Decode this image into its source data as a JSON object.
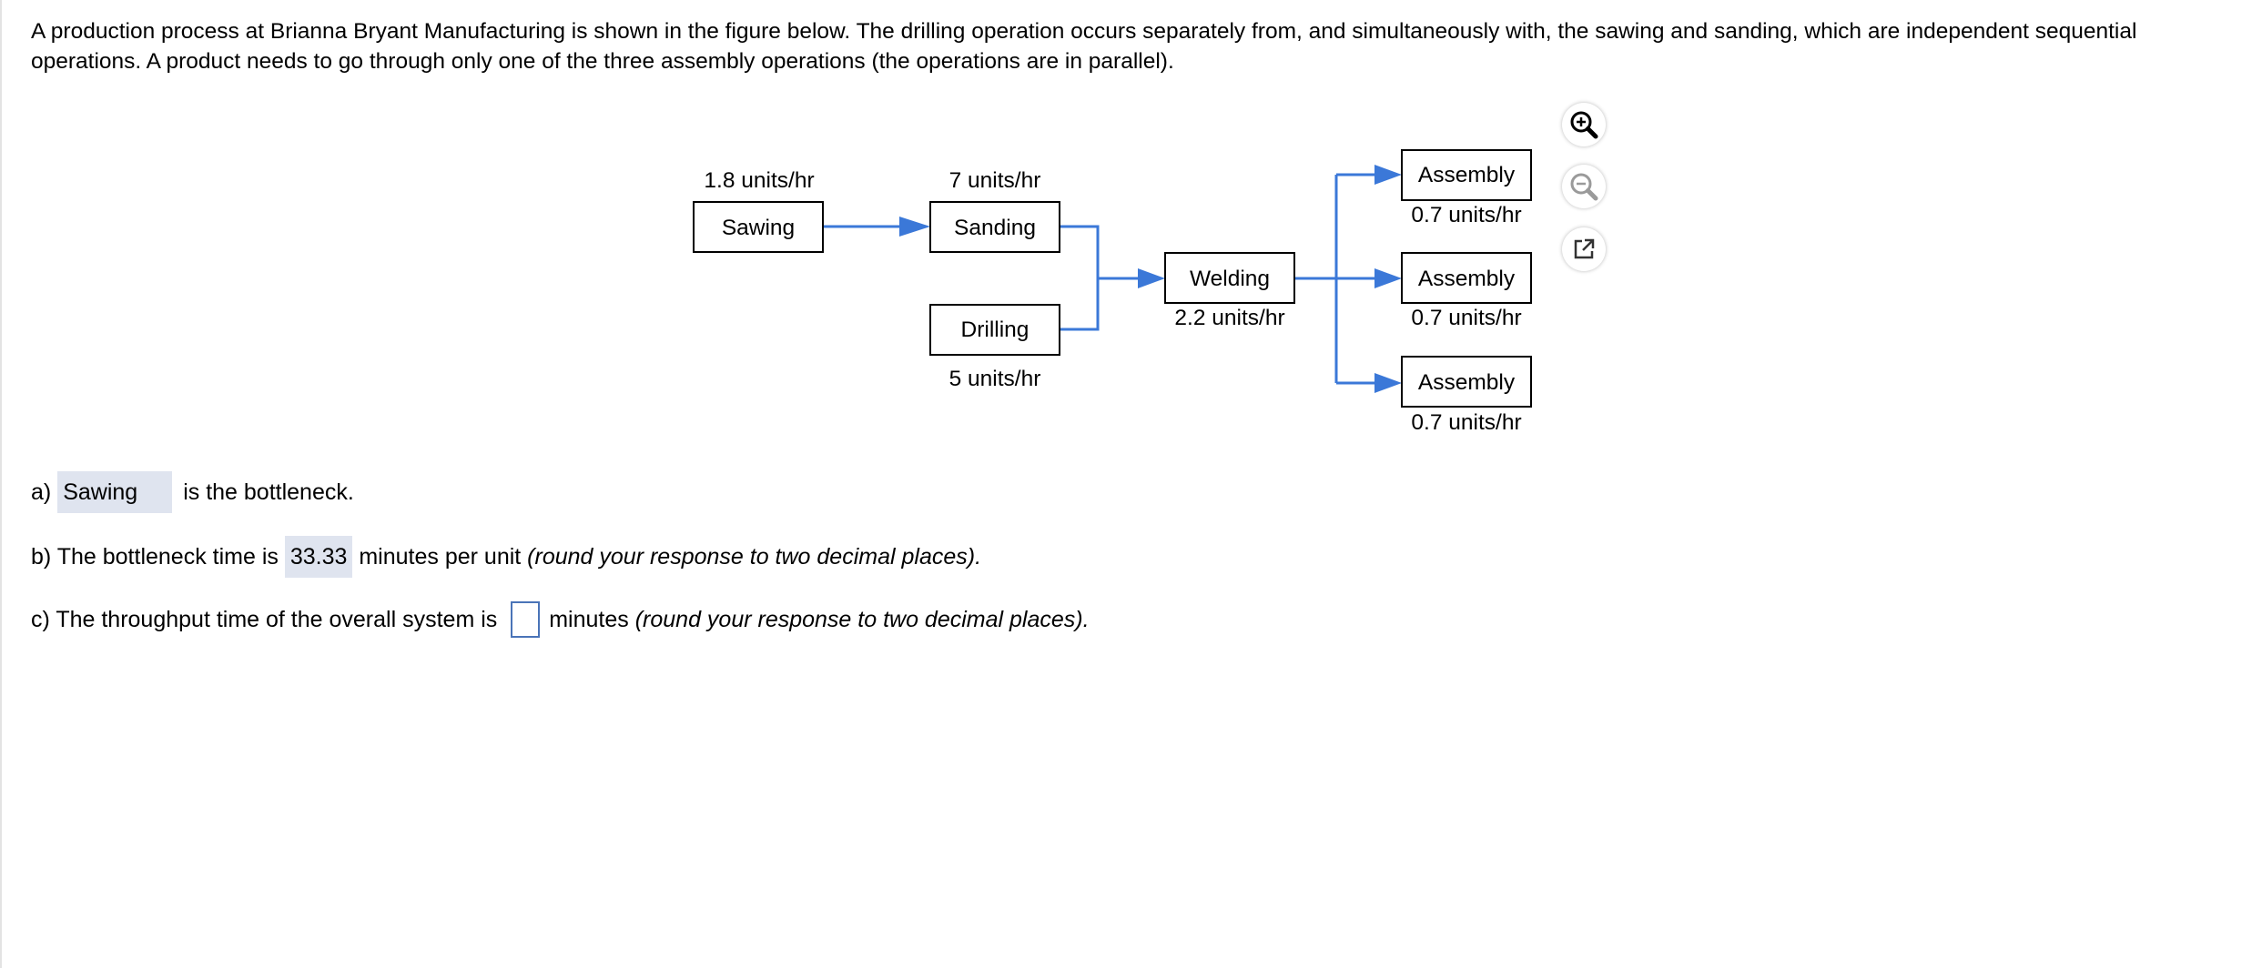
{
  "problem": {
    "intro": "A production process at Brianna Bryant Manufacturing is shown in the figure below. The drilling operation occurs separately from, and simultaneously with, the sawing and sanding, which are independent sequential operations. A product needs to go through only one of the three assembly operations (the operations are in parallel)."
  },
  "diagram": {
    "sawing": {
      "label": "Sawing",
      "rate": "1.8 units/hr"
    },
    "sanding": {
      "label": "Sanding",
      "rate": "7 units/hr"
    },
    "drilling": {
      "label": "Drilling",
      "rate": "5 units/hr"
    },
    "welding": {
      "label": "Welding",
      "rate": "2.2 units/hr"
    },
    "assembly": [
      {
        "label": "Assembly",
        "rate": "0.7 units/hr"
      },
      {
        "label": "Assembly",
        "rate": "0.7 units/hr"
      },
      {
        "label": "Assembly",
        "rate": "0.7 units/hr"
      }
    ],
    "arrow_color": "#3b78d8"
  },
  "tools": [
    "zoom-in-icon",
    "zoom-out-icon",
    "open-external-icon"
  ],
  "questions": {
    "a": {
      "prefix": "a) ",
      "answer": "Sawing",
      "suffix": "is the bottleneck."
    },
    "b": {
      "prefix": "b) The bottleneck time is ",
      "answer": "33.33",
      "suffix": " minutes per unit ",
      "note": "(round your response to two decimal places)."
    },
    "c": {
      "prefix": "c) The throughput time of the overall system is ",
      "answer": "",
      "suffix": "minutes ",
      "note": "(round your response to two decimal places)."
    }
  }
}
